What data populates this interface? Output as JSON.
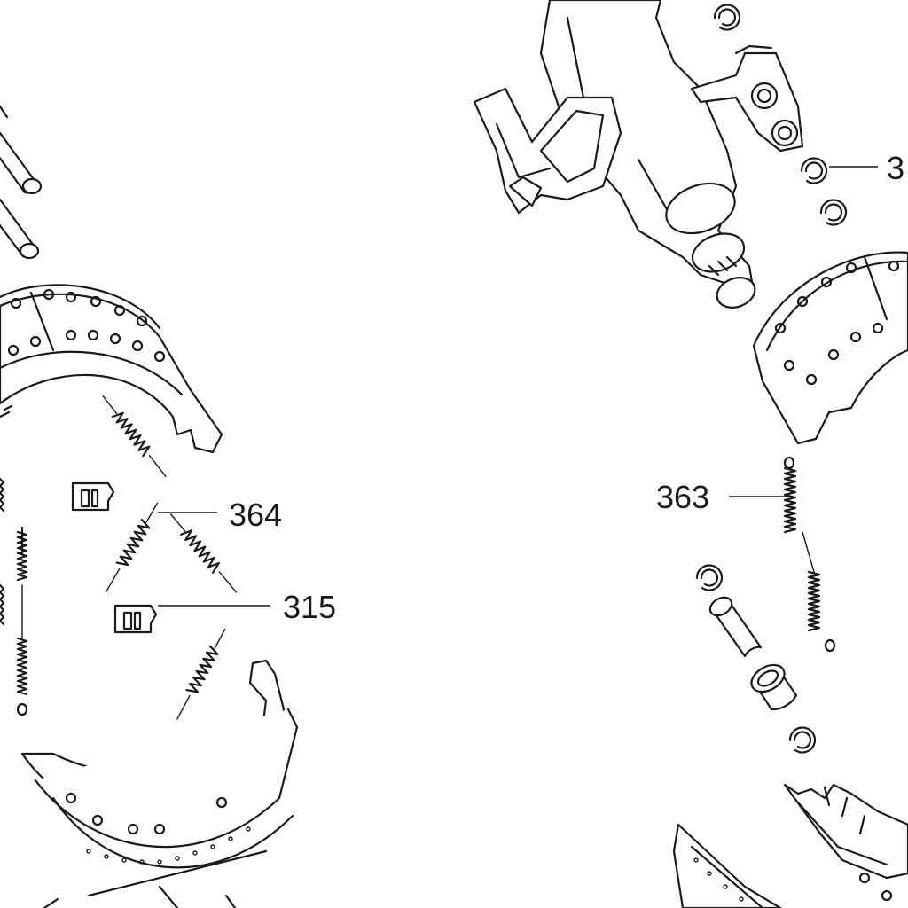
{
  "diagram": {
    "callouts": [
      {
        "id": "c364",
        "text": "364"
      },
      {
        "id": "c315",
        "text": "315"
      },
      {
        "id": "c363",
        "text": "363"
      },
      {
        "id": "c3",
        "text": "3"
      }
    ],
    "colors": {
      "line": "#1a1a1a",
      "background": "#ffffff"
    }
  }
}
